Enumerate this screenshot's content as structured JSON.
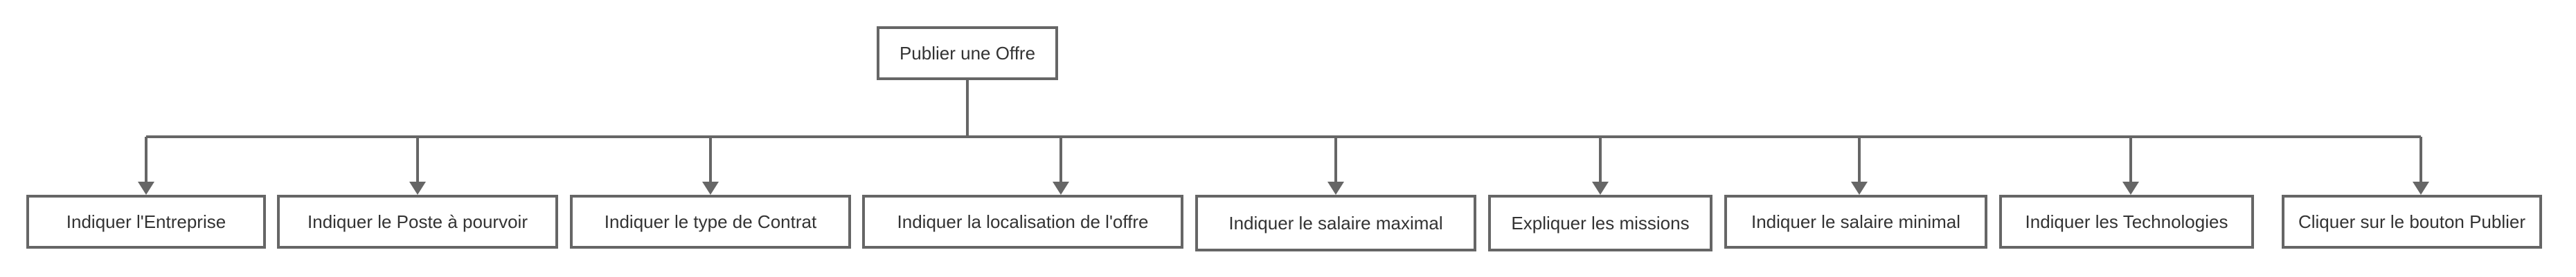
{
  "root": {
    "label": "Publier une Offre"
  },
  "children": [
    {
      "label": "Indiquer l'Entreprise"
    },
    {
      "label": "Indiquer le Poste à pourvoir"
    },
    {
      "label": "Indiquer le type de Contrat"
    },
    {
      "label": "Indiquer la localisation de l'offre"
    },
    {
      "label": "Indiquer le salaire maximal"
    },
    {
      "label": "Expliquer les missions"
    },
    {
      "label": "Indiquer le salaire minimal"
    },
    {
      "label": "Indiquer les Technologies"
    },
    {
      "label": "Cliquer sur le bouton Publier"
    }
  ],
  "colors": {
    "stroke": "#666666",
    "text": "#333333",
    "background": "#ffffff"
  }
}
